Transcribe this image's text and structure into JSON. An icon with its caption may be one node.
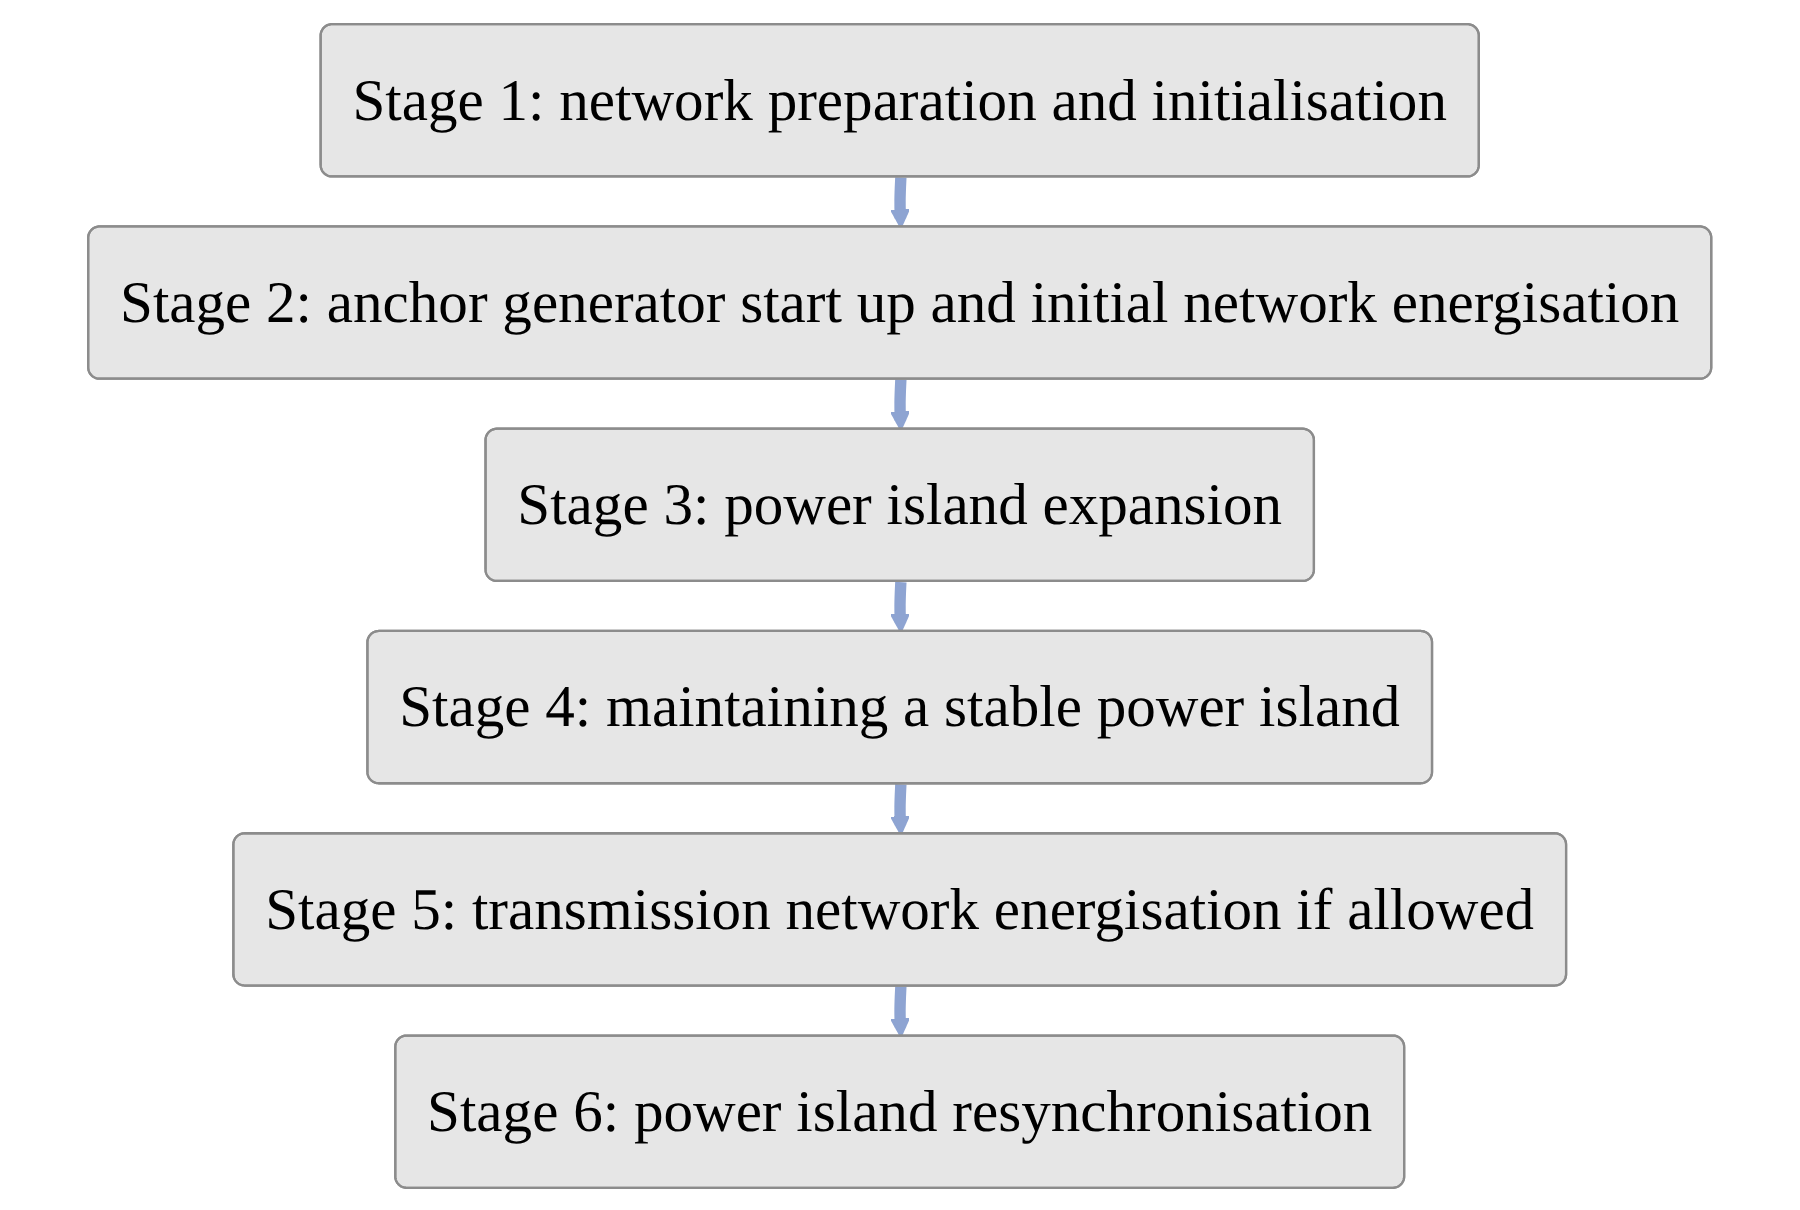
{
  "diagram": {
    "nodes": [
      {
        "text": [
          "Stage 1: network preparation and initialisation"
        ]
      },
      {
        "text": [
          "Stage 2: anchor generator start up and initial network energisation"
        ]
      },
      {
        "text": [
          "Stage 3: power island expansion"
        ]
      },
      {
        "text": [
          "Stage 4: maintaining a stable power island"
        ]
      },
      {
        "text": [
          "Stage 5: transmission network energisation if allowed"
        ]
      },
      {
        "text": [
          "Stage 6: power island resynchronisation"
        ]
      }
    ],
    "edges": [
      {
        "from": 0,
        "to": 1,
        "arrow": "to"
      },
      {
        "from": 1,
        "to": 2,
        "arrow": "to"
      },
      {
        "from": 2,
        "to": 3,
        "arrow": "to"
      },
      {
        "from": 3,
        "to": 4,
        "arrow": "to"
      },
      {
        "from": 4,
        "to": 5,
        "arrow": "to"
      }
    ]
  }
}
